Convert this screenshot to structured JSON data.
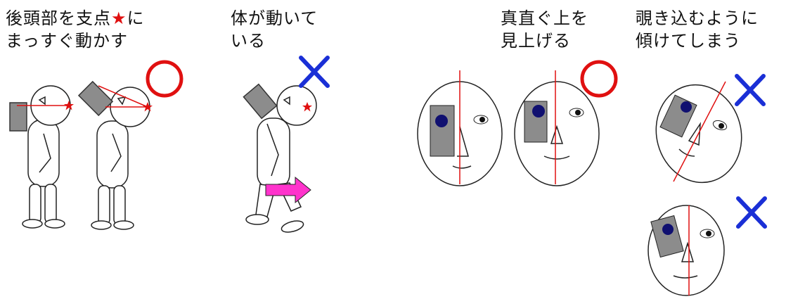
{
  "captions": {
    "pivot_line1": "後頭部を支点",
    "pivot_star": "★",
    "pivot_line1_end": "に",
    "pivot_line2": "まっすぐ動かす",
    "body_moving_line1": "体が動いて",
    "body_moving_line2": "いる",
    "straight_up_line1": "真直ぐ上を",
    "straight_up_line2": "見上げる",
    "tilted_line1": "覗き込むように",
    "tilted_line2": "傾けてしまう"
  },
  "colors": {
    "correct": "#e01010",
    "wrong": "#1a2fd6",
    "star": "#e01010",
    "arrow": "#ff33cc",
    "device": "#8c8c8c",
    "lens": "#101070"
  },
  "marks": {
    "pivot_correct": "circle",
    "body_moving": "cross",
    "straight_up": "circle",
    "tilted_top": "cross",
    "tilted_bottom": "cross"
  }
}
